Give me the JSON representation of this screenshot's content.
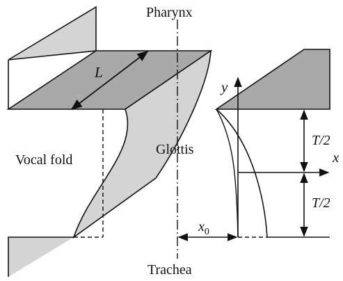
{
  "labels": {
    "pharynx": "Pharynx",
    "trachea": "Trachea",
    "vocal_fold": "Vocal fold",
    "glottis": "Glottis",
    "length": "L",
    "y_axis": "y",
    "x_axis": "x",
    "half_thickness_top": "T/2",
    "half_thickness_bottom": "T/2",
    "offset": "x",
    "offset_subscript": "0"
  },
  "colors": {
    "light_fill": "#d4d4d4",
    "dark_fill": "#a9a9a9",
    "stroke": "#111111",
    "background": "#ffffff"
  }
}
